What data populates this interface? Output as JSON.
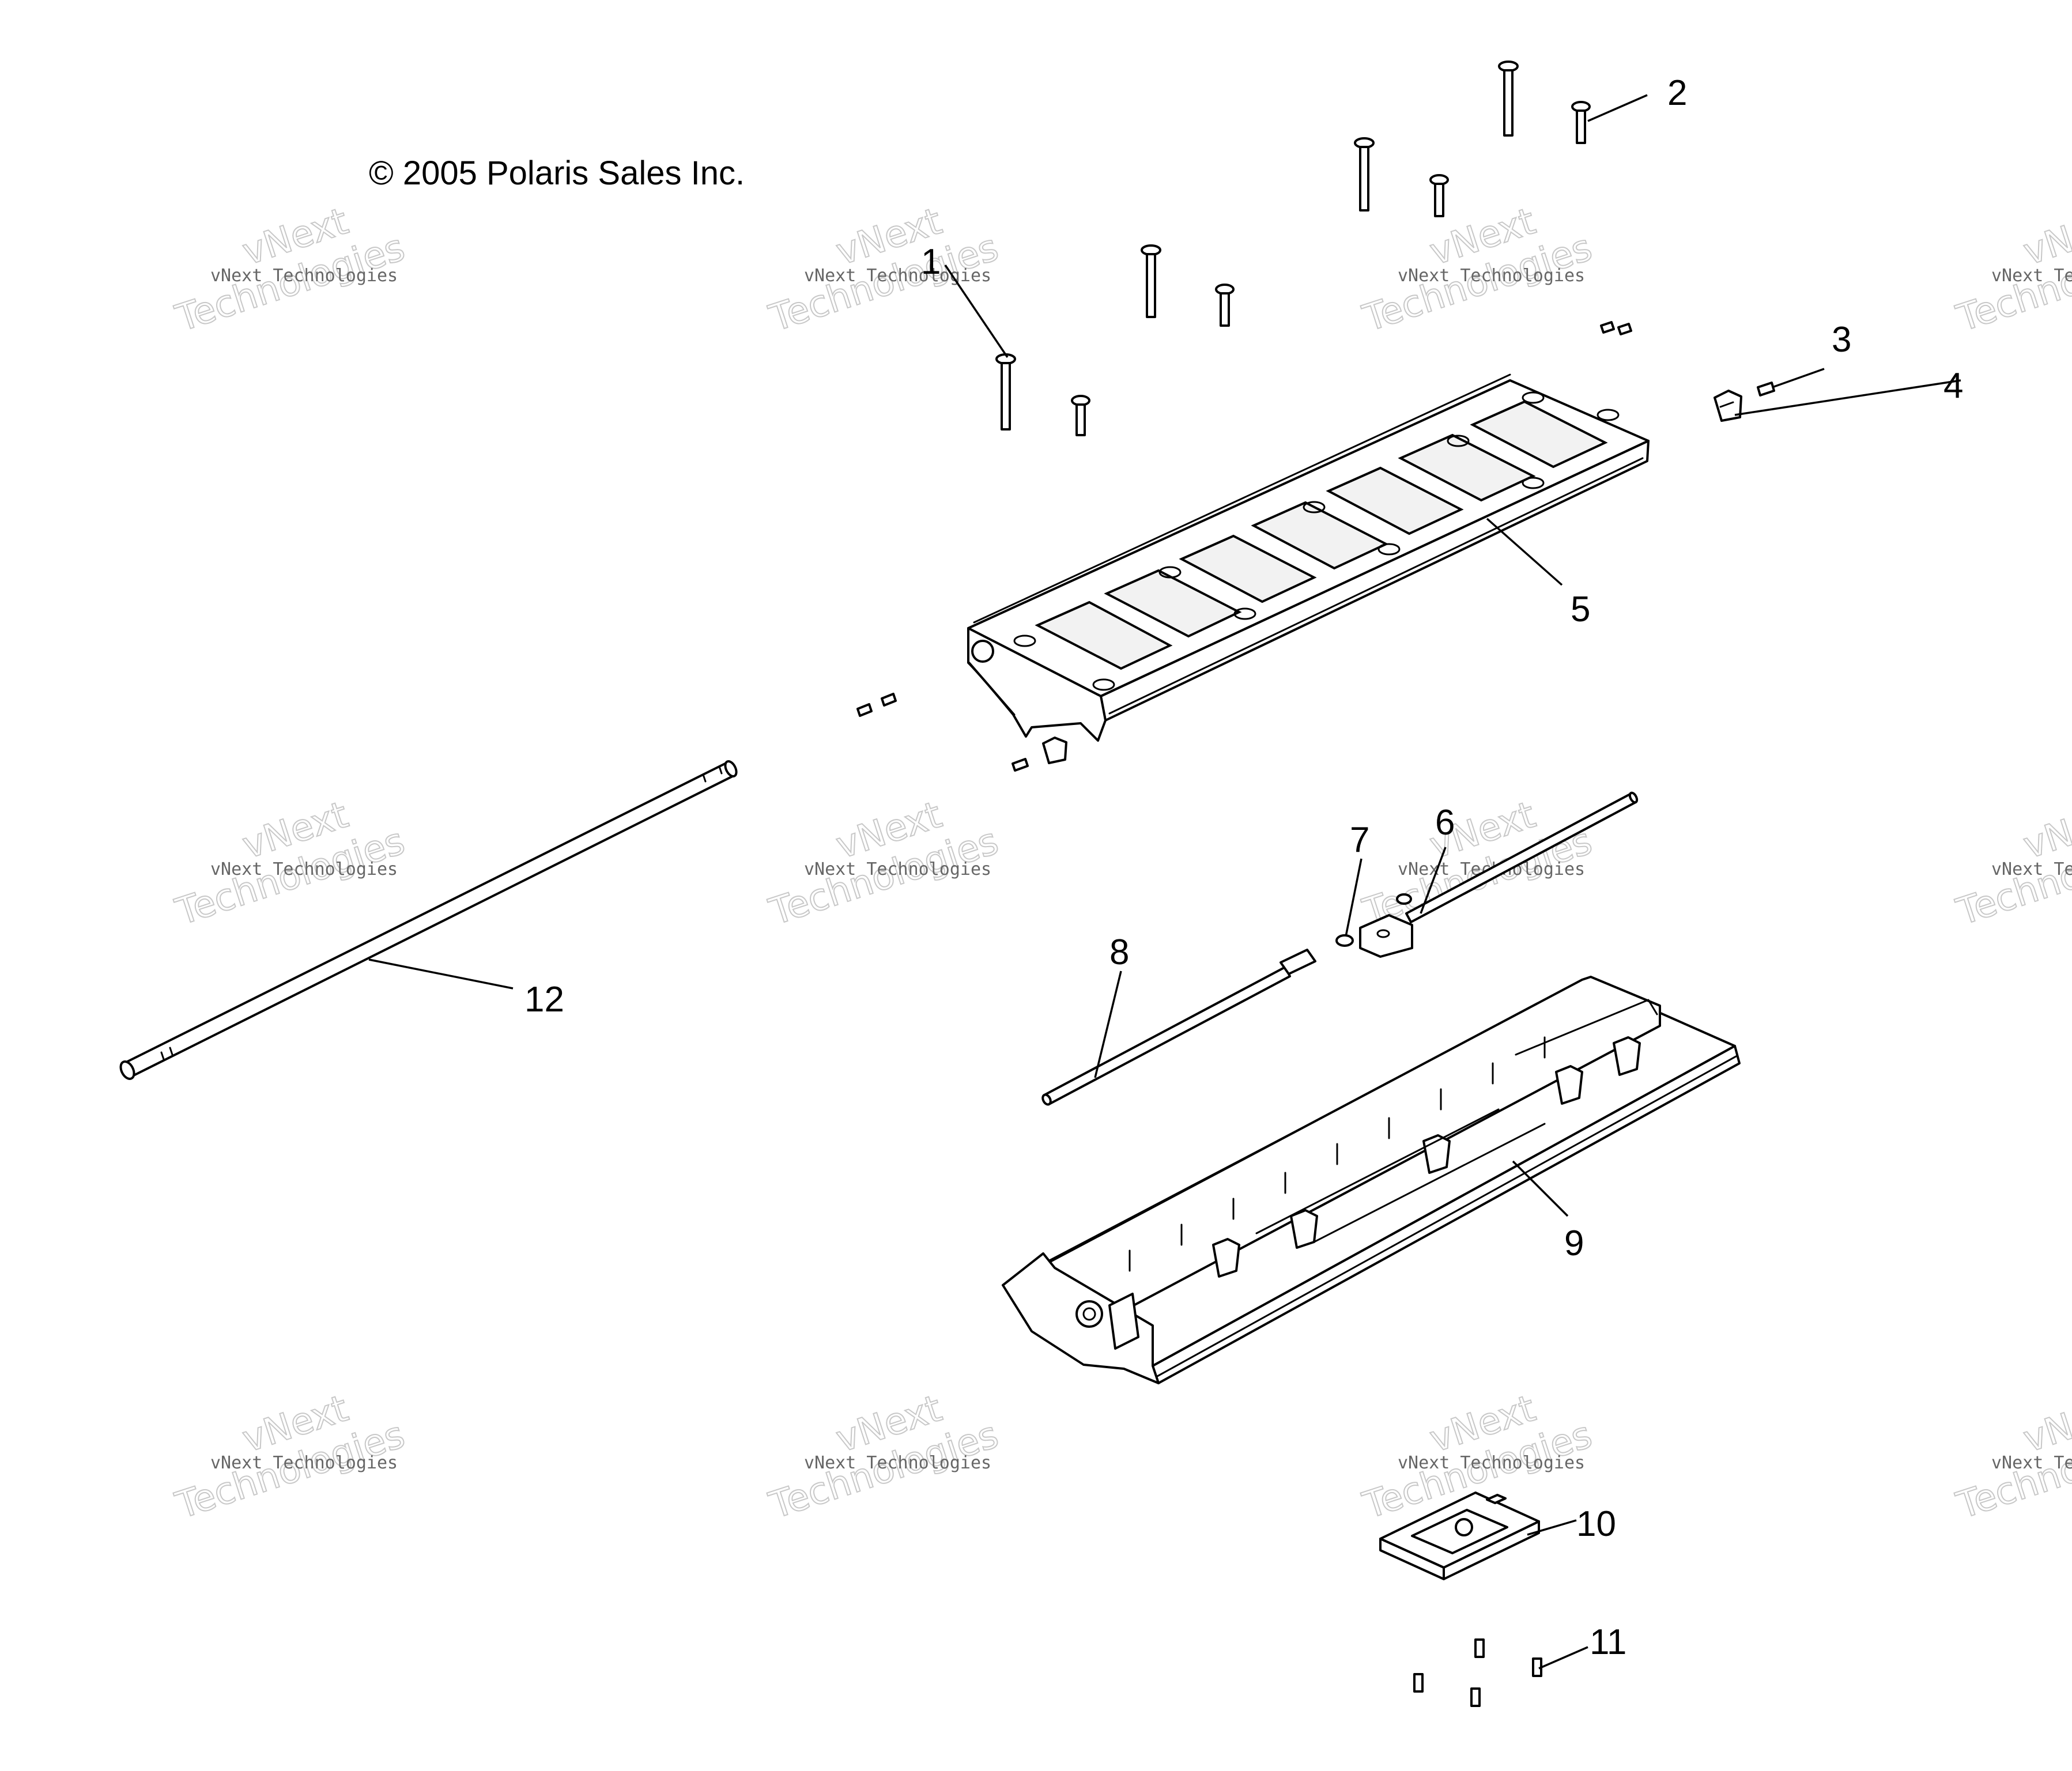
{
  "copyright": "© 2005 Polaris Sales Inc.",
  "watermark": {
    "line1": "vNext Technologies",
    "line2": "vNext",
    "line3": "Technologies"
  },
  "callouts": [
    "1",
    "2",
    "3",
    "4",
    "5",
    "6",
    "7",
    "8",
    "9",
    "10",
    "11",
    "12"
  ]
}
